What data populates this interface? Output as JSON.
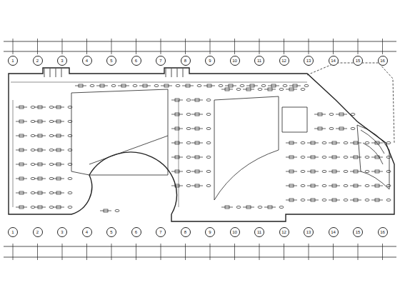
{
  "diagram": {
    "labels": [
      "1",
      "2",
      "3",
      "4",
      "5",
      "6",
      "7",
      "8",
      "9",
      "10",
      "11",
      "12",
      "13",
      "14",
      "15",
      "16",
      "1",
      "2",
      "3",
      "4",
      "5",
      "6",
      "7",
      "8",
      "9",
      "10",
      "11",
      "12",
      "13",
      "14",
      "15",
      "16"
    ]
  }
}
